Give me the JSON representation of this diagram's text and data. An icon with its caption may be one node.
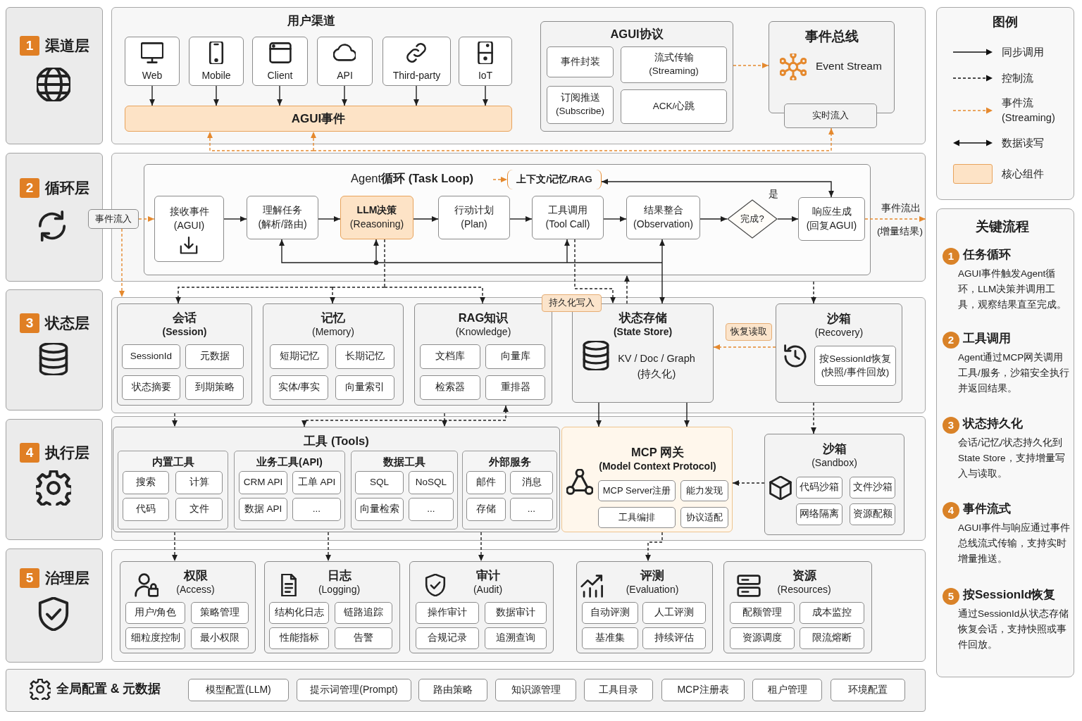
{
  "diagram": {
    "nodes": [
      {
        "text": [
          "1",
          "渠道层"
        ]
      },
      {
        "text": [
          "用户渠道"
        ]
      },
      {
        "text": [
          "Web"
        ],
        "in": 1
      },
      {
        "text": [
          "Mobile"
        ],
        "in": 1
      },
      {
        "text": [
          "Client"
        ],
        "in": 1
      },
      {
        "text": [
          "API"
        ],
        "in": 1
      },
      {
        "text": [
          "Third-party"
        ],
        "in": 1
      },
      {
        "text": [
          "IoT"
        ],
        "in": 1
      },
      {
        "text": [
          "AGUI事件"
        ],
        "in": 1
      },
      {
        "text": [
          "AGUI协议"
        ],
        "in": 1
      },
      {
        "text": [
          "事件封装"
        ],
        "in": 9
      },
      {
        "text": [
          "流式传输 (Streaming)"
        ],
        "in": 9
      },
      {
        "text": [
          "订阅推送 (Subscribe)"
        ],
        "in": 9
      },
      {
        "text": [
          "ACK/心跳"
        ],
        "in": 9
      },
      {
        "text": [
          "事件总线",
          "Event Stream"
        ],
        "in": 1
      },
      {
        "text": [
          "实时流入"
        ],
        "in": 1
      },
      {
        "text": [
          "2",
          "循环层"
        ]
      },
      {
        "text": [],
        "shape": "box"
      },
      {
        "text": [
          "Agent**循环 (Task Loop)**"
        ],
        "in": 17
      },
      {
        "text": [
          "上下文/记忆/RAG"
        ],
        "in": 18
      },
      {
        "text": [
          "接收事件 (AGUI)"
        ],
        "in": 18
      },
      {
        "text": [
          "理解任务 (解析/路由)"
        ],
        "in": 18
      },
      {
        "text": [
          "**LLM决策** (Reasoning)"
        ],
        "in": 18
      },
      {
        "text": [
          "行动计划 (Plan)"
        ],
        "in": 18
      },
      {
        "text": [
          "工具调用 (Tool Call)"
        ],
        "in": 18
      },
      {
        "text": [
          "结果整合 (Observation)"
        ],
        "in": 18
      },
      {
        "text": [
          "完成?"
        ],
        "in": 18
      },
      {
        "text": [
          "响应生成 (回复AGUI)"
        ],
        "in": 18
      },
      {
        "text": [
          "事件流入"
        ]
      },
      {
        "text": [
          "3",
          "状态层"
        ]
      },
      {
        "text": [],
        "shape": "box"
      },
      {
        "text": [
          "会话",
          "(Session)"
        ],
        "in": 30
      },
      {
        "text": [
          "SessionId"
        ],
        "in": 31
      },
      {
        "text": [
          "元数据"
        ],
        "in": 31
      },
      {
        "text": [
          "状态摘要"
        ],
        "in": 31
      },
      {
        "text": [
          "到期策略"
        ],
        "in": 31
      },
      {
        "text": [
          "记忆",
          "(Memory)"
        ],
        "in": 30
      },
      {
        "text": [
          "短期记忆"
        ],
        "in": 36
      },
      {
        "text": [
          "长期记忆"
        ],
        "in": 36
      },
      {
        "text": [
          "实体/事实"
        ],
        "in": 36
      },
      {
        "text": [
          "向量索引"
        ],
        "in": 36
      },
      {
        "text": [
          "RAG知识",
          "(Knowledge)"
        ],
        "in": 30
      },
      {
        "text": [
          "文档库"
        ],
        "in": 41
      },
      {
        "text": [
          "向量库"
        ],
        "in": 41
      },
      {
        "text": [
          "检索器"
        ],
        "in": 41
      },
      {
        "text": [
          "重排器"
        ],
        "in": 41
      },
      {
        "text": [
          "状态存储",
          "(State Store)",
          "KV / Doc / Graph (持久化)"
        ],
        "in": 30
      },
      {
        "text": [
          "沙箱",
          "(Recovery)"
        ],
        "in": 30
      },
      {
        "text": [
          "按SessionId恢复 (快照/事件回放)"
        ],
        "in": 47
      },
      {
        "text": [
          "4",
          "执行层"
        ]
      },
      {
        "text": [],
        "shape": "box"
      },
      {
        "text": [
          "工具 (Tools)"
        ],
        "in": 50
      },
      {
        "text": [
          "内置工具"
        ],
        "in": 51
      },
      {
        "text": [
          "搜索"
        ],
        "in": 52
      },
      {
        "text": [
          "计算"
        ],
        "in": 52
      },
      {
        "text": [
          "代码"
        ],
        "in": 52
      },
      {
        "text": [
          "文件"
        ],
        "in": 52
      },
      {
        "text": [
          "业务工具(API)"
        ],
        "in": 51
      },
      {
        "text": [
          "CRM API"
        ],
        "in": 57
      },
      {
        "text": [
          "工单 API"
        ],
        "in": 57
      },
      {
        "text": [
          "数据 API"
        ],
        "in": 57
      },
      {
        "text": [
          "..."
        ],
        "in": 57
      },
      {
        "text": [
          "数据工具"
        ],
        "in": 51
      },
      {
        "text": [
          "SQL"
        ],
        "in": 62
      },
      {
        "text": [
          "NoSQL"
        ],
        "in": 62
      },
      {
        "text": [
          "向量检索"
        ],
        "in": 62
      },
      {
        "text": [
          "..."
        ],
        "in": 62
      },
      {
        "text": [
          "外部服务"
        ],
        "in": 51
      },
      {
        "text": [
          "邮件"
        ],
        "in": 67
      },
      {
        "text": [
          "消息"
        ],
        "in": 67
      },
      {
        "text": [
          "存储"
        ],
        "in": 67
      },
      {
        "text": [
          "..."
        ],
        "in": 67
      },
      {
        "text": [
          "MCP 网关",
          "(Model Context Protocol)"
        ],
        "in": 50
      },
      {
        "text": [
          "MCP Server注册"
        ],
        "in": 72
      },
      {
        "text": [
          "能力发现"
        ],
        "in": 72
      },
      {
        "text": [
          "工具编排"
        ],
        "in": 72
      },
      {
        "text": [
          "协议适配"
        ],
        "in": 72
      },
      {
        "text": [
          "沙箱",
          "(Sandbox)"
        ],
        "in": 50
      },
      {
        "text": [
          "代码沙箱"
        ],
        "in": 77
      },
      {
        "text": [
          "文件沙箱"
        ],
        "in": 77
      },
      {
        "text": [
          "网络隔离"
        ],
        "in": 77
      },
      {
        "text": [
          "资源配额"
        ],
        "in": 77
      },
      {
        "text": [
          "5",
          "治理层"
        ]
      },
      {
        "text": [],
        "shape": "box"
      },
      {
        "text": [
          "权限",
          "(Access)"
        ],
        "in": 83
      },
      {
        "text": [
          "用户/角色"
        ],
        "in": 84
      },
      {
        "text": [
          "策略管理"
        ],
        "in": 84
      },
      {
        "text": [
          "细粒度控制"
        ],
        "in": 84
      },
      {
        "text": [
          "最小权限"
        ],
        "in": 84
      },
      {
        "text": [
          "日志",
          "(Logging)"
        ],
        "in": 83
      },
      {
        "text": [
          "结构化日志"
        ],
        "in": 89
      },
      {
        "text": [
          "链路追踪"
        ],
        "in": 89
      },
      {
        "text": [
          "性能指标"
        ],
        "in": 89
      },
      {
        "text": [
          "告警"
        ],
        "in": 89
      },
      {
        "text": [
          "审计",
          "(Audit)"
        ],
        "in": 83
      },
      {
        "text": [
          "操作审计"
        ],
        "in": 94
      },
      {
        "text": [
          "数据审计"
        ],
        "in": 94
      },
      {
        "text": [
          "合规记录"
        ],
        "in": 94
      },
      {
        "text": [
          "追溯查询"
        ],
        "in": 94
      },
      {
        "text": [
          "评测",
          "(Evaluation)"
        ],
        "in": 83
      },
      {
        "text": [
          "自动评测"
        ],
        "in": 99
      },
      {
        "text": [
          "人工评测"
        ],
        "in": 99
      },
      {
        "text": [
          "基准集"
        ],
        "in": 99
      },
      {
        "text": [
          "持续评估"
        ],
        "in": 99
      },
      {
        "text": [
          "资源",
          "(Resources)"
        ],
        "in": 83
      },
      {
        "text": [
          "配额管理"
        ],
        "in": 104
      },
      {
        "text": [
          "成本监控"
        ],
        "in": 104
      },
      {
        "text": [
          "资源调度"
        ],
        "in": 104
      },
      {
        "text": [
          "限流熔断"
        ],
        "in": 104
      },
      {
        "text": [
          "全局配置 & 元数据"
        ]
      },
      {
        "text": [
          "模型配置(LLM)"
        ],
        "in": 109
      },
      {
        "text": [
          "提示词管理(Prompt)"
        ],
        "in": 109
      },
      {
        "text": [
          "路由策略"
        ],
        "in": 109
      },
      {
        "text": [
          "知识源管理"
        ],
        "in": 109
      },
      {
        "text": [
          "工具目录"
        ],
        "in": 109
      },
      {
        "text": [
          "MCP注册表"
        ],
        "in": 109
      },
      {
        "text": [
          "租户管理"
        ],
        "in": 109
      },
      {
        "text": [
          "环境配置"
        ],
        "in": 109
      },
      {
        "text": [
          "关键流程",
          "1",
          "任务循环",
          "AGUI事件触发Agent循环，LLM决策并调用工具，观察结果直至完成。",
          "2",
          "工具调用",
          "Agent通过MCP网关调用工具/服务，沙箱安全执行并返回结果。",
          "3",
          "状态持久化",
          "会话/记忆/状态持久化到State Store，支持增量写入与读取。",
          "4",
          "事件流式",
          "AGUI事件与响应通过事件总线流式传输，支持实时增量推送。",
          "5",
          "按SessionId恢复",
          "通过SessionId从状态存储恢复会话，支持快照或事件回放。"
        ]
      }
    ],
    "edges": [
      {
        "from": 2,
        "to": 8,
        "arrow": "to"
      },
      {
        "from": 3,
        "to": 8,
        "arrow": "to"
      },
      {
        "from": 4,
        "to": 8,
        "arrow": "to"
      },
      {
        "from": 5,
        "to": 8,
        "arrow": "to"
      },
      {
        "from": 6,
        "to": 8,
        "arrow": "to"
      },
      {
        "from": 7,
        "to": 8,
        "arrow": "to"
      },
      {
        "from": 9,
        "to": 14,
        "arrow": "to",
        "style": "dashed",
        "color": "#e5892e"
      },
      {
        "from": 15,
        "to": 8,
        "arrow": "both",
        "style": "dashed",
        "color": "#e5892e"
      },
      {
        "from": 15,
        "to": 8,
        "arrow": "both",
        "style": "dashed",
        "color": "#e5892e"
      },
      {
        "from": 28,
        "to": 20,
        "arrow": "to",
        "style": "dashed",
        "color": "#e5892e"
      },
      {
        "from": 28,
        "to": 30,
        "arrow": "to",
        "style": "dashed",
        "color": "#e5892e"
      },
      {
        "from": 20,
        "to": 21,
        "arrow": "to"
      },
      {
        "from": 21,
        "to": 22,
        "arrow": "to"
      },
      {
        "from": 22,
        "to": 23,
        "arrow": "to"
      },
      {
        "from": 23,
        "to": 24,
        "arrow": "to"
      },
      {
        "from": 24,
        "to": 25,
        "arrow": "to"
      },
      {
        "from": 25,
        "to": 26,
        "arrow": "to"
      },
      {
        "from": 26,
        "to": 27,
        "arrow": "to",
        "label": "是"
      },
      {
        "from": 27,
        "to": 17,
        "arrow": "to",
        "label": "事件流出",
        "style": "dashed",
        "color": "#e5892e"
      },
      {
        "from": null,
        "to": 19,
        "arrow": "to",
        "style": "dashed",
        "color": "#e5892e"
      },
      {
        "from": 19,
        "to": 27,
        "arrow": "both"
      },
      {
        "from": 46,
        "to": 25,
        "arrow": "both"
      },
      {
        "from": 46,
        "to": 24,
        "arrow": "both"
      },
      {
        "from": 46,
        "to": 22,
        "arrow": "both"
      },
      {
        "from": 46,
        "to": 21,
        "arrow": "both"
      },
      {
        "from": 22,
        "to": 31,
        "arrow": "to",
        "style": "dashed"
      },
      {
        "from": 22,
        "to": 36,
        "arrow": "to",
        "style": "dashed"
      },
      {
        "from": 22,
        "to": 41,
        "arrow": "to",
        "style": "dashed"
      },
      {
        "from": 24,
        "to": 46,
        "arrow": "to",
        "label": "持久化写入",
        "style": "dashed"
      },
      {
        "from": 46,
        "to": 18,
        "arrow": "to",
        "style": "dashed"
      },
      {
        "from": 17,
        "to": 47,
        "arrow": "to",
        "style": "dashed"
      },
      {
        "from": 47,
        "to": 46,
        "arrow": "to",
        "label": "恢复读取",
        "style": "dashed",
        "color": "#e5892e"
      },
      {
        "from": 30,
        "to": 51,
        "arrow": "to",
        "style": "dashed"
      },
      {
        "from": 41,
        "to": 51,
        "arrow": "both",
        "style": "dashed"
      },
      {
        "from": 30,
        "to": 51,
        "arrow": "to",
        "style": "dashed"
      },
      {
        "from": 46,
        "to": 72,
        "arrow": "to"
      },
      {
        "from": 46,
        "to": 72,
        "arrow": "to"
      },
      {
        "from": 47,
        "to": 77,
        "arrow": "to",
        "style": "dashed"
      },
      {
        "from": 77,
        "to": 72,
        "arrow": "to",
        "style": "dashed"
      },
      {
        "from": 51,
        "to": 84,
        "arrow": "to",
        "style": "dashed"
      },
      {
        "from": 51,
        "to": 89,
        "arrow": "to",
        "style": "dashed"
      },
      {
        "from": 51,
        "to": 94,
        "arrow": "to",
        "style": "dashed"
      },
      {
        "from": 72,
        "to": 99,
        "arrow": "to",
        "style": "dashed"
      }
    ],
    "labels": [
      "图例",
      "(增量结果)"
    ],
    "legend": [
      {
        "text": "同步调用"
      },
      {
        "text": "控制流"
      },
      {
        "text": "事件流 (Streaming)"
      },
      {
        "text": "数据读写"
      },
      {
        "text": "核心组件",
        "color": "#fde3c6"
      }
    ]
  }
}
